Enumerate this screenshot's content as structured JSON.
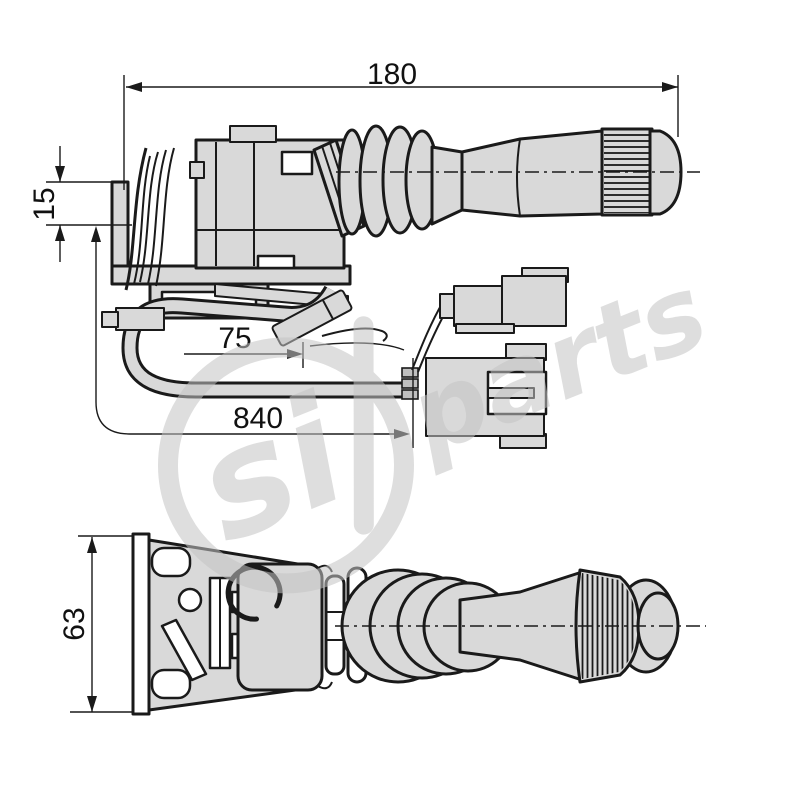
{
  "page": {
    "background": "#ffffff"
  },
  "drawing": {
    "kind": "technical line drawing, two orthographic views of a steering-column stalk switch with wiring harness and connectors"
  },
  "dimensions": {
    "overall_length": "180",
    "bracket_offset": "15",
    "clip_distance": "75",
    "harness_length": "840",
    "base_height": "63"
  },
  "watermark": {
    "badge_text": "si",
    "brand_text": "parts",
    "color": "#c4c4c4"
  },
  "colors": {
    "part_fill": "#d9d9d9",
    "outline": "#1a1a1a",
    "dimension_lines": "#1a1a1a",
    "background": "#ffffff"
  }
}
